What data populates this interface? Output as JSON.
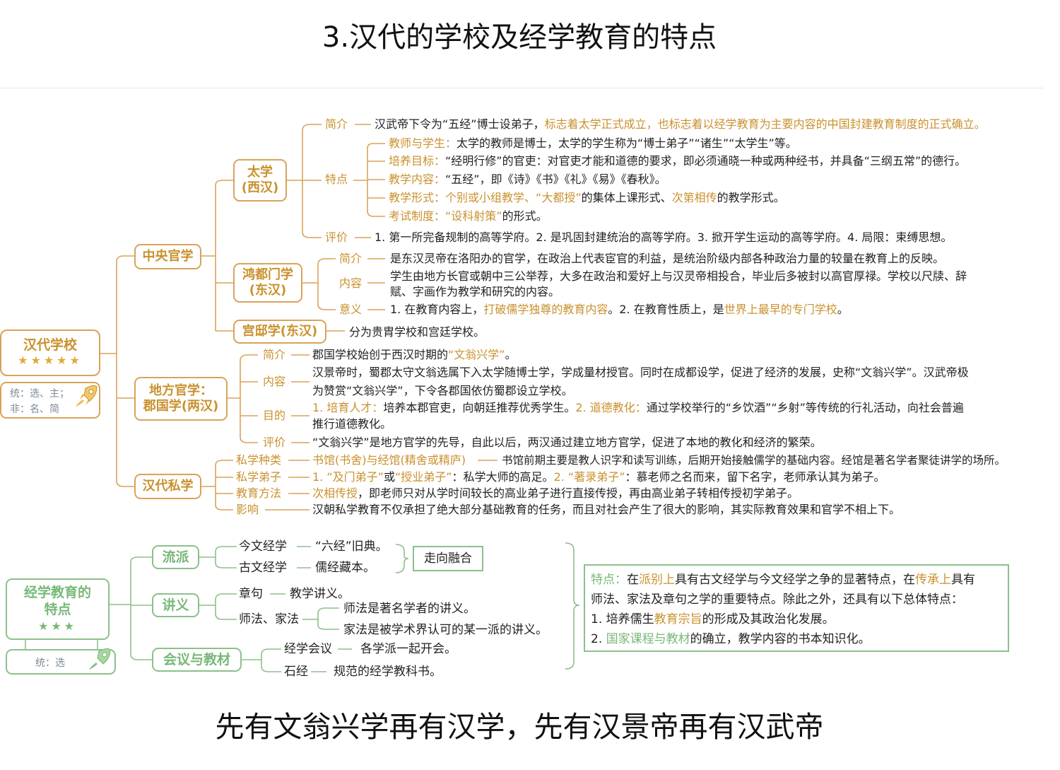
{
  "title": "3.汉代的学校及经学教育的特点",
  "bottom_note": "先有文翁兴学再有汉学，先有汉景帝再有汉武帝",
  "colors": {
    "orange": "#c9912e",
    "orange_border": "#d9a35a",
    "green": "#78b878",
    "green_border": "#8cc08c"
  },
  "root1": {
    "label": "汉代学校",
    "stars": "★★★★★",
    "note1": "统：选、主；",
    "note2": "非：名、简"
  },
  "central": {
    "label": "中央官学",
    "taixue": {
      "label1": "太学",
      "label2": "(西汉)",
      "intro_label": "简介",
      "intro_text_a": "汉武帝下令为“五经”博士设弟子，",
      "intro_text_b": "标志着太学正式成立，也标志着以经学教育为主要内容的中国封建教育制度的正式确立。",
      "features_label": "特点",
      "f1_label": "教师与学生：",
      "f1_text": "太学的教师是博士，太学的学生称为“博士弟子”“诸生”“太学生”等。",
      "f2_label": "培养目标：",
      "f2_text": "“经明行修”的官吏：对官吏才能和道德的要求，即必须通晓一种或两种经书，并具备“三纲五常”的德行。",
      "f3_label": "教学内容：",
      "f3_text": "“五经”，即《诗》《书》《礼》《易》《春秋》。",
      "f4_label": "教学形式：",
      "f4_a": "个别或小组教学",
      "f4_b": "、",
      "f4_c": "“大都授”",
      "f4_d": "的集体上课形式、",
      "f4_e": "次第相传",
      "f4_f": "的教学形式。",
      "f5_label": "考试制度：",
      "f5_a": "“设科射策”",
      "f5_b": "的形式。",
      "eval_label": "评价",
      "eval_text": "1. 第一所完备规制的高等学府。2. 是巩固封建统治的高等学府。3. 掀开学生运动的高等学府。4. 局限：束缚思想。"
    },
    "hongdu": {
      "label1": "鸿都门学",
      "label2": "(东汉)",
      "intro_label": "简介",
      "intro_text": "是东汉灵帝在洛阳办的官学，在政治上代表宦官的利益，是统治阶级内部各种政治力量的较量在教育上的反映。",
      "content_label": "内容",
      "content_text1": "学生由地方长官或朝中三公举荐，大多在政治和爱好上与汉灵帝相投合，毕业后多被封以高官厚禄。学校以尺牍、辞",
      "content_text2": "赋、字画作为教学和研究的内容。",
      "meaning_label": "意义",
      "m_a": "1. 在教育内容上，",
      "m_b": "打破儒学独尊的教育内容",
      "m_c": "。2. 在教育性质上，是",
      "m_d": "世界上最早的专门学校",
      "m_e": "。"
    },
    "gongdi": {
      "label": "宫邸学(东汉)",
      "text": "分为贵胄学校和宫廷学校。"
    }
  },
  "local": {
    "label1": "地方官学：",
    "label2": "郡国学(两汉)",
    "intro_label": "简介",
    "intro_a": "郡国学校始创于西汉时期的",
    "intro_b": "“文翁兴学”",
    "intro_c": "。",
    "content_label": "内容",
    "content_text1": "汉景帝时，蜀郡太守文翁选属下入太学随博士学，学成量材授官。同时在成都设学，促进了经济的发展，史称“文翁兴学”。汉武帝极",
    "content_text2": "为赞赏“文翁兴学”，下令各郡国依仿蜀郡设立学校。",
    "goal_label": "目的",
    "g_a": "1. 培育人才：",
    "g_b": "培养本郡官吏，向朝廷推荐优秀学生。",
    "g_c": "2. 道德教化：",
    "g_d": "通过学校举行的“乡饮酒”“乡射”等传统的行礼活动，向社会普遍",
    "g_e": "推行道德教化。",
    "eval_label": "评价",
    "eval_text": "“文翁兴学”是地方官学的先导，自此以后，两汉通过建立地方官学，促进了本地的教化和经济的繁荣。"
  },
  "private": {
    "label": "汉代私学",
    "kinds_label": "私学种类",
    "kinds_a": "书馆(书舍)与经馆(精舍或精庐)",
    "kinds_b": "书馆前期主要是教人识字和读写训练，后期开始接触儒学的基础内容。经馆是著名学者聚徒讲学的场所。",
    "disciples_label": "私学弟子",
    "d_a": "1. “及门弟子”",
    "d_b": "或",
    "d_c": "“授业弟子”",
    "d_d": "：私学大师的高足。",
    "d_e": "2. “著录弟子”",
    "d_f": "：慕老师之名而来，留下名字，老师承认其为弟子。",
    "method_label": "教育方法",
    "method_a": "次相传授",
    "method_b": "，即老师只对从学时间较长的高业弟子进行直接传授，再由高业弟子转相传授初学弟子。",
    "impact_label": "影响",
    "impact_text": "汉朝私学教育不仅承担了绝大部分基础教育的任务，而且对社会产生了很大的影响，其实际教育效果和官学不相上下。"
  },
  "root2": {
    "label1": "经学教育的",
    "label2": "特点",
    "stars": "★★★",
    "note": "统：选"
  },
  "jingxue": {
    "school_label": "流派",
    "jinwen_label": "今文经学",
    "jinwen_text": "“六经”旧典。",
    "guwen_label": "古文经学",
    "guwen_text": "儒经藏本。",
    "merge_label": "走向融合",
    "lecture_label": "讲义",
    "zhangju_label": "章句",
    "zhangju_text": "教学讲义。",
    "shifa_label": "师法、家法",
    "shifa_text": "师法是著名学者的讲义。",
    "jiafa_text": "家法是被学术界认可的某一派的讲义。",
    "meeting_label": "会议与教材",
    "jingxue_meet_label": "经学会议",
    "jingxue_meet_text": "各学派一起开会。",
    "shijing_label": "石经",
    "shijing_text": "规范的经学教科书。"
  },
  "features": {
    "l1_a": "特点：",
    "l1_b": "在",
    "l1_c": "派别上",
    "l1_d": "具有古文经学与今文经学之争的显著特点，在",
    "l1_e": "传承上",
    "l1_f": "具有",
    "l2": "师法、家法及章句之学的重要特点。除此之外，还具有以下总体特点：",
    "l3_a": "1. 培养儒生",
    "l3_b": "教育宗旨",
    "l3_c": "的形成及其政治化发展。",
    "l4_a": "2. ",
    "l4_b": "国家课程与教材",
    "l4_c": "的确立，教学内容的书本知识化。"
  }
}
